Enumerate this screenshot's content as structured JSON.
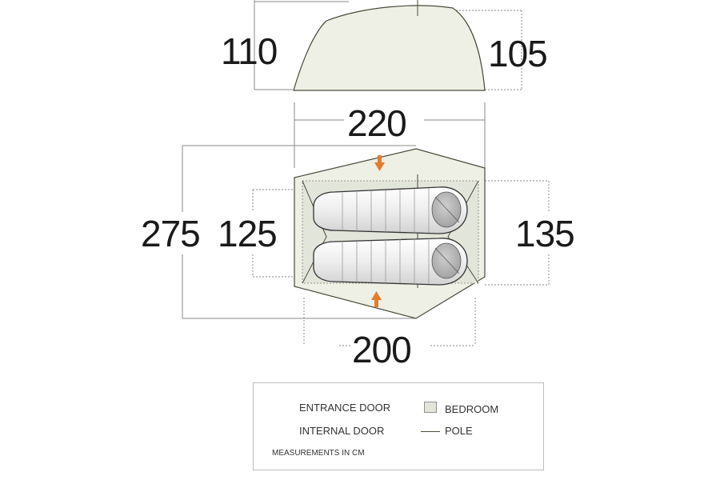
{
  "dimensions": {
    "height_rear": "110",
    "height_front": "105",
    "length_total": "220",
    "width_total": "275",
    "width_bedroom": "125",
    "width_floor": "135",
    "length_bedroom": "200"
  },
  "legend": {
    "entrance_door": "ENTRANCE DOOR",
    "internal_door": "INTERNAL DOOR",
    "bedroom": "BEDROOM",
    "pole": "POLE",
    "note": "MEASUREMENTS IN CM"
  },
  "colors": {
    "entrance_arrow": "#e87b2e",
    "internal_arrow": "#a3a3a3",
    "bedroom_fill": "#e4e6dd",
    "tent_fill": "#eef0e6",
    "outline": "#4a4a3a"
  }
}
